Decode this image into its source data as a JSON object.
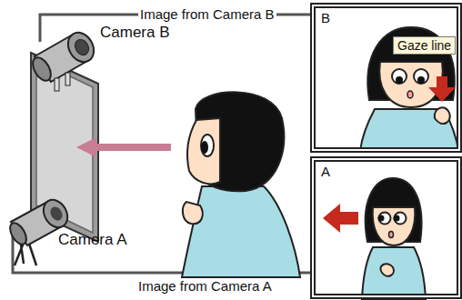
{
  "diagram": {
    "nodes": [
      {
        "text": [
          "B"
        ]
      },
      {
        "text": [
          "Gaze line"
        ],
        "in": 0
      },
      {
        "text": [
          "A"
        ]
      }
    ],
    "labels": [
      "Image from Camera B",
      "Camera B",
      "Camera A",
      "Image from Camera A"
    ]
  }
}
